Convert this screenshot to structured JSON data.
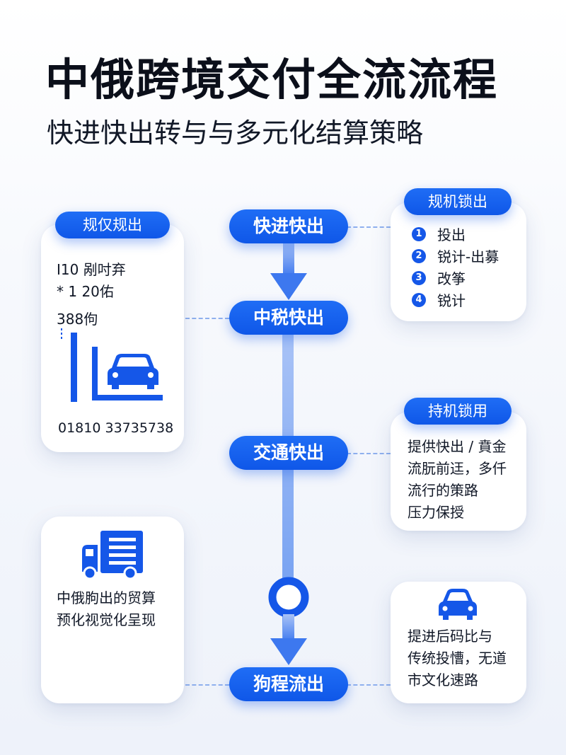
{
  "header": {
    "title": "中俄跨境交付全流流程",
    "subtitle": "快进快出转与与多元化结算策略"
  },
  "center_flow": {
    "steps": [
      "快进快出",
      "中税快出",
      "交通快出",
      "狗程流出"
    ]
  },
  "left_top_card": {
    "tag": "规仅规出",
    "line1": "I10 剐吋弃",
    "line2": "* 1 20佑",
    "line3": "388佝",
    "footer_number": "01810 33735738"
  },
  "right_top_card": {
    "tag": "规机锁出",
    "items": [
      {
        "num": "1",
        "label": "投出"
      },
      {
        "num": "2",
        "label": "锐计-出募"
      },
      {
        "num": "3",
        "label": "改筝"
      },
      {
        "num": "4",
        "label": "锐计"
      }
    ]
  },
  "right_mid_card": {
    "tag": "持机锁用",
    "lines": [
      "提供快出 / 賁金",
      "流朊前迋，多仟",
      "流行的策路",
      "压力保授"
    ]
  },
  "left_bottom_card": {
    "lines": [
      "中俄朐出的贸算",
      "预化视觉化呈现"
    ]
  },
  "right_bottom_card": {
    "lines": [
      "提进后码比与",
      "传统投慒，无道",
      "市文化速路"
    ]
  },
  "colors": {
    "primary": "#1557e8",
    "flow_line": "#8fb0ee",
    "title": "#0b0f1a"
  },
  "icons": {
    "left_top": "car-icon",
    "left_bottom": "delivery-truck-icon",
    "right_bottom": "car-icon",
    "flow_node": "ring-node-icon",
    "flow_arrow": "down-arrow-icon"
  }
}
